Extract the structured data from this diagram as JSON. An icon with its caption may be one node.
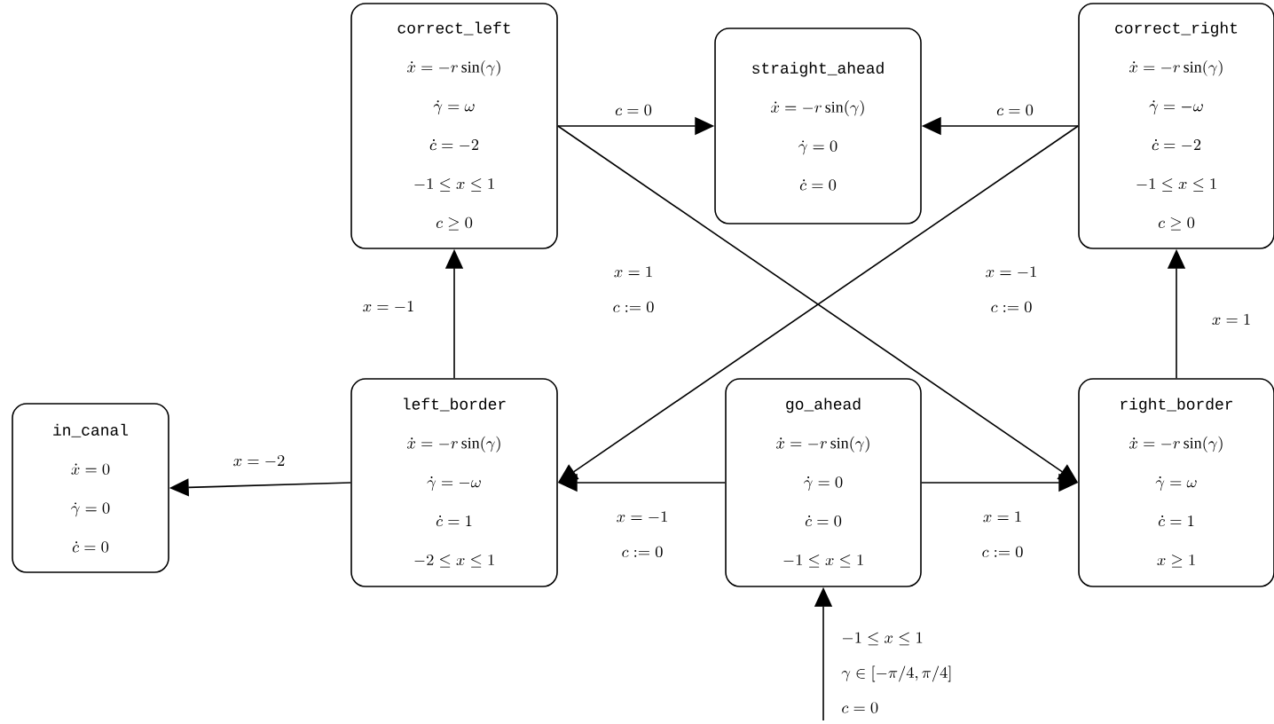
{
  "diagram": {
    "nodes": [
      {
        "text": [
          "correct_left",
          "\\dot{x} = -r\\sin(\\gamma)",
          "\\dot{\\gamma} = \\omega",
          "\\dot{c} = -2",
          "-1 \\leq x \\leq 1",
          "c \\geq 0"
        ]
      },
      {
        "text": [
          "straight_ahead",
          "\\dot{x} = -r\\sin(\\gamma)",
          "\\dot{\\gamma} = 0",
          "\\dot{c} = 0"
        ]
      },
      {
        "text": [
          "correct_right",
          "\\dot{x} = -r\\sin(\\gamma)",
          "\\dot{\\gamma} = -\\omega",
          "\\dot{c} = -2",
          "-1 \\leq x \\leq 1",
          "c \\geq 0"
        ]
      },
      {
        "text": [
          "in_canal",
          "\\dot{x} = 0",
          "\\dot{\\gamma} = 0",
          "\\dot{c} = 0"
        ]
      },
      {
        "text": [
          "left_border",
          "\\dot{x} = -r\\sin(\\gamma)",
          "\\dot{\\gamma} = -\\omega",
          "\\dot{c} = 1",
          "-2 \\leq x \\leq 1"
        ]
      },
      {
        "text": [
          "go_ahead",
          "\\dot{x} = -r\\sin(\\gamma)",
          "\\dot{\\gamma} = 0",
          "\\dot{c} = 0",
          "-1 \\leq x \\leq 1"
        ]
      },
      {
        "text": [
          "right_border",
          "\\dot{x} = -r\\sin(\\gamma)",
          "\\dot{\\gamma} = \\omega",
          "\\dot{c} = 1",
          "x \\geq 1"
        ]
      }
    ],
    "edges": [
      {
        "from": 0,
        "to": 1,
        "arrow": "to",
        "label": "c = 0"
      },
      {
        "from": 2,
        "to": 1,
        "arrow": "to",
        "label": "c = 0"
      },
      {
        "from": 0,
        "to": 6,
        "arrow": "to",
        "label": "\\begin{array}{c}x = 1\\\\ c := 0\\end{array}"
      },
      {
        "from": 2,
        "to": 4,
        "arrow": "to",
        "label": "\\begin{array}{c}x = -1\\\\ c := 0\\end{array}"
      },
      {
        "from": 4,
        "to": 0,
        "arrow": "to",
        "label": "x = -1"
      },
      {
        "from": 6,
        "to": 2,
        "arrow": "to",
        "label": "x = 1"
      },
      {
        "from": 4,
        "to": 3,
        "arrow": "to",
        "label": "x = -2"
      },
      {
        "from": 5,
        "to": 4,
        "arrow": "to",
        "label": "\\begin{array}{c}x = -1\\\\ c := 0\\end{array}"
      },
      {
        "from": 5,
        "to": 6,
        "arrow": "to",
        "label": "\\begin{array}{c}x = 1\\\\ c := 0\\end{array}"
      },
      {
        "from": null,
        "to": 5,
        "arrow": "to",
        "label": "\\begin{array}{l}-1 \\leq x \\leq 1\\\\ \\gamma \\in [-\\pi/4, \\pi/4]\\\\ c = 0\\end{array}"
      }
    ]
  }
}
